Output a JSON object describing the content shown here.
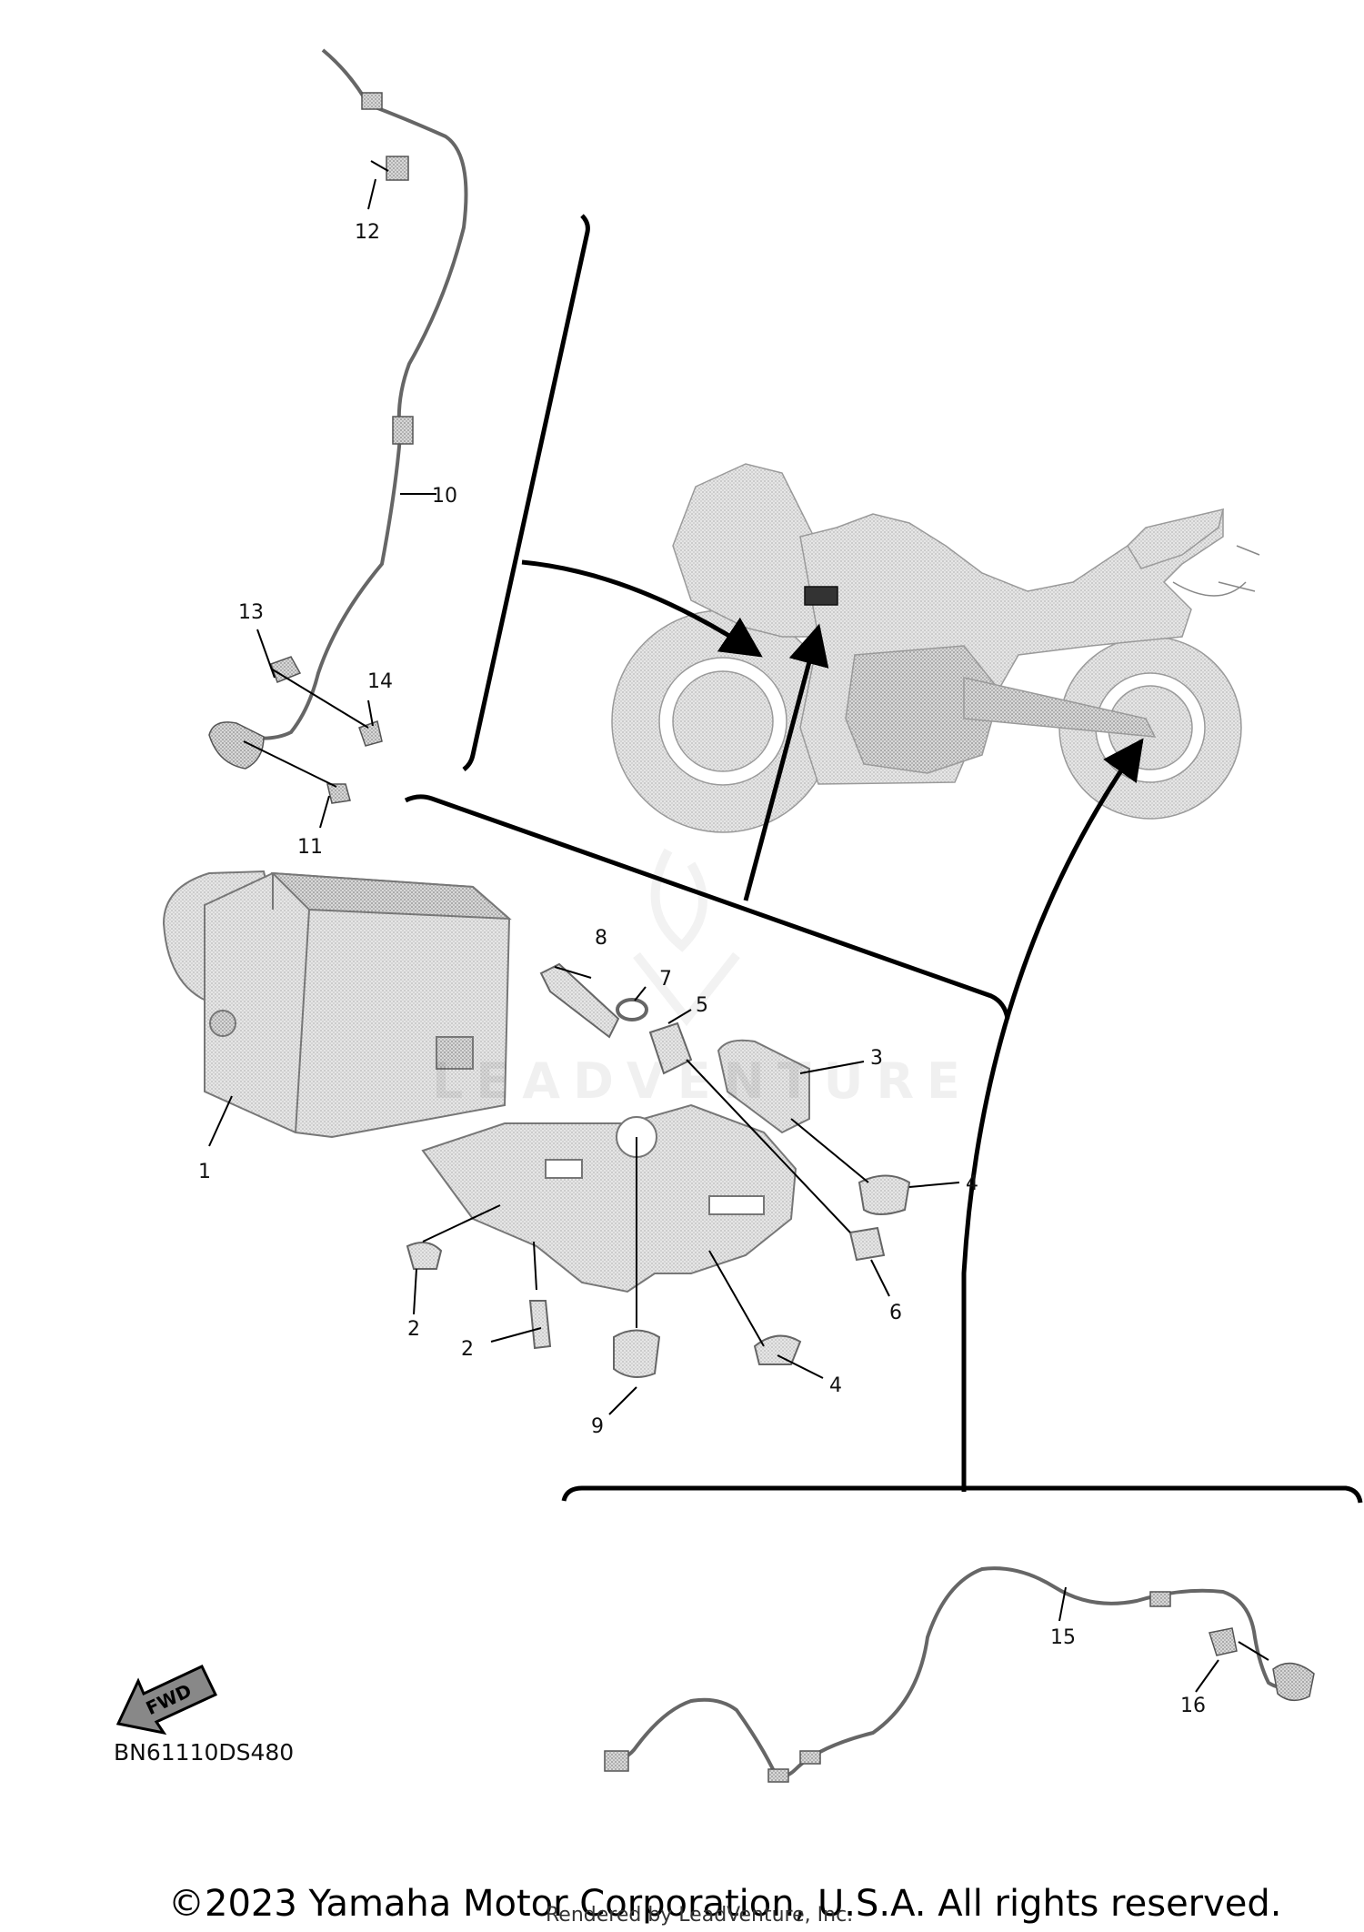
{
  "diagram": {
    "part_labels": [
      "1",
      "2",
      "2",
      "3",
      "4",
      "4",
      "5",
      "6",
      "7",
      "8",
      "9",
      "10",
      "11",
      "12",
      "13",
      "14",
      "15",
      "16"
    ],
    "fwd_label": "FWD",
    "diagram_code": "BN61110DS480",
    "watermark": "LEADVENTURE",
    "copyright": "©2023 Yamaha Motor Corporation, U.S.A. All rights reserved.",
    "rendered_by": "Rendered by LeadVenture, Inc."
  }
}
